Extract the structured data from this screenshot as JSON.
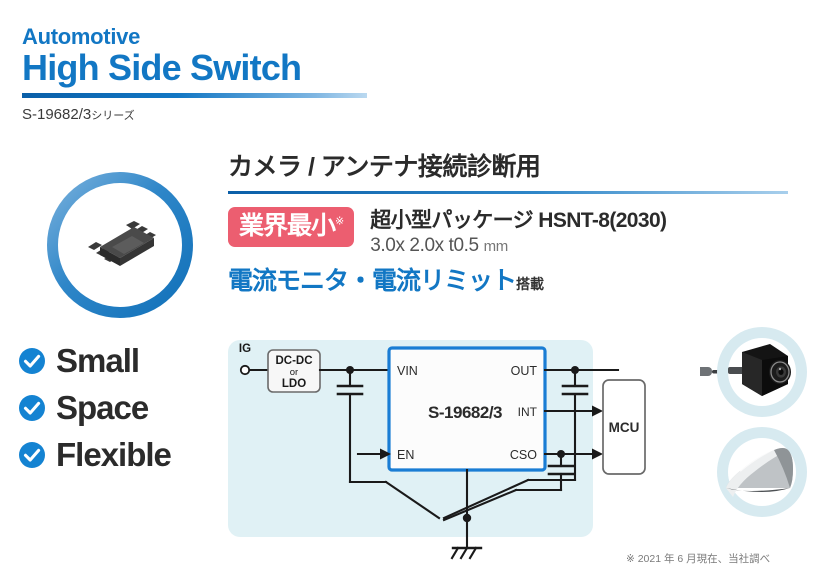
{
  "header": {
    "eyebrow": "Automotive",
    "title": "High Side Switch",
    "series": "S-19682/3",
    "series_suffix": "シリーズ"
  },
  "chip_icon": "ic-package-icon",
  "info": {
    "application_title": "カメラ / アンテナ接続診断用",
    "badge": "業界最小",
    "badge_mark": "※",
    "package_name": "超小型パッケージ HSNT-8(2030)",
    "package_dimensions": "3.0x 2.0x t0.5",
    "package_unit": "mm",
    "feature_main": "電流モニタ・電流リミット",
    "feature_sub": "搭載"
  },
  "checklist": [
    {
      "label": "Small",
      "icon": "check-circle-icon"
    },
    {
      "label": "Space",
      "icon": "check-circle-icon"
    },
    {
      "label": "Flexible",
      "icon": "check-circle-icon"
    }
  ],
  "circuit": {
    "input_terminal": "IG",
    "regulator_line1": "DC-DC",
    "regulator_line2": "or",
    "regulator_line3": "LDO",
    "ic_label": "S-19682/3",
    "pin_vin": "VIN",
    "pin_en": "EN",
    "pin_out": "OUT",
    "pin_int": "INT",
    "pin_cso": "CSO",
    "mcu_label": "MCU",
    "ground_symbol": "ground-icon",
    "cable": "coaxial-cable-icon",
    "photo_camera": "camera-module-icon",
    "photo_antenna": "shark-fin-antenna-icon"
  },
  "footnote": "※ 2021 年 6 月現在、当社調べ",
  "colors": {
    "brand_blue": "#1277C4",
    "deep_blue": "#0A5FA8",
    "badge_pink": "#EC5E70",
    "panel_bg": "#E0F1F5",
    "ic_border": "#1A7DD4",
    "text_dark": "#2b2b2b"
  }
}
